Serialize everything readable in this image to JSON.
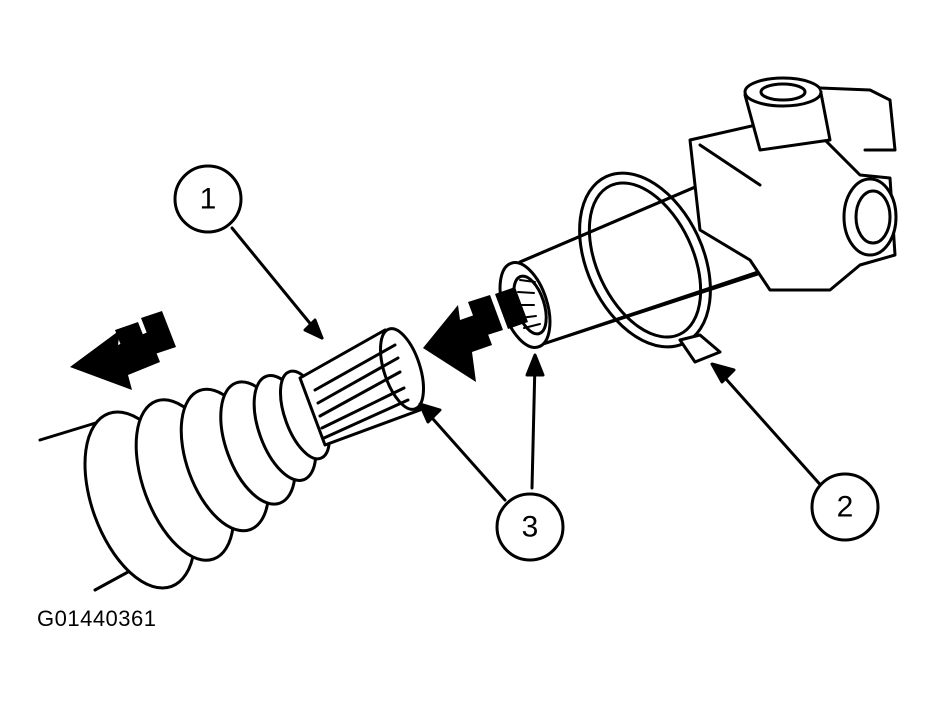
{
  "figure": {
    "id_label": "G01440361"
  },
  "callouts": [
    {
      "number": "1"
    },
    {
      "number": "2"
    },
    {
      "number": "3"
    }
  ],
  "colors": {
    "ink": "#000000",
    "paper": "#ffffff"
  }
}
